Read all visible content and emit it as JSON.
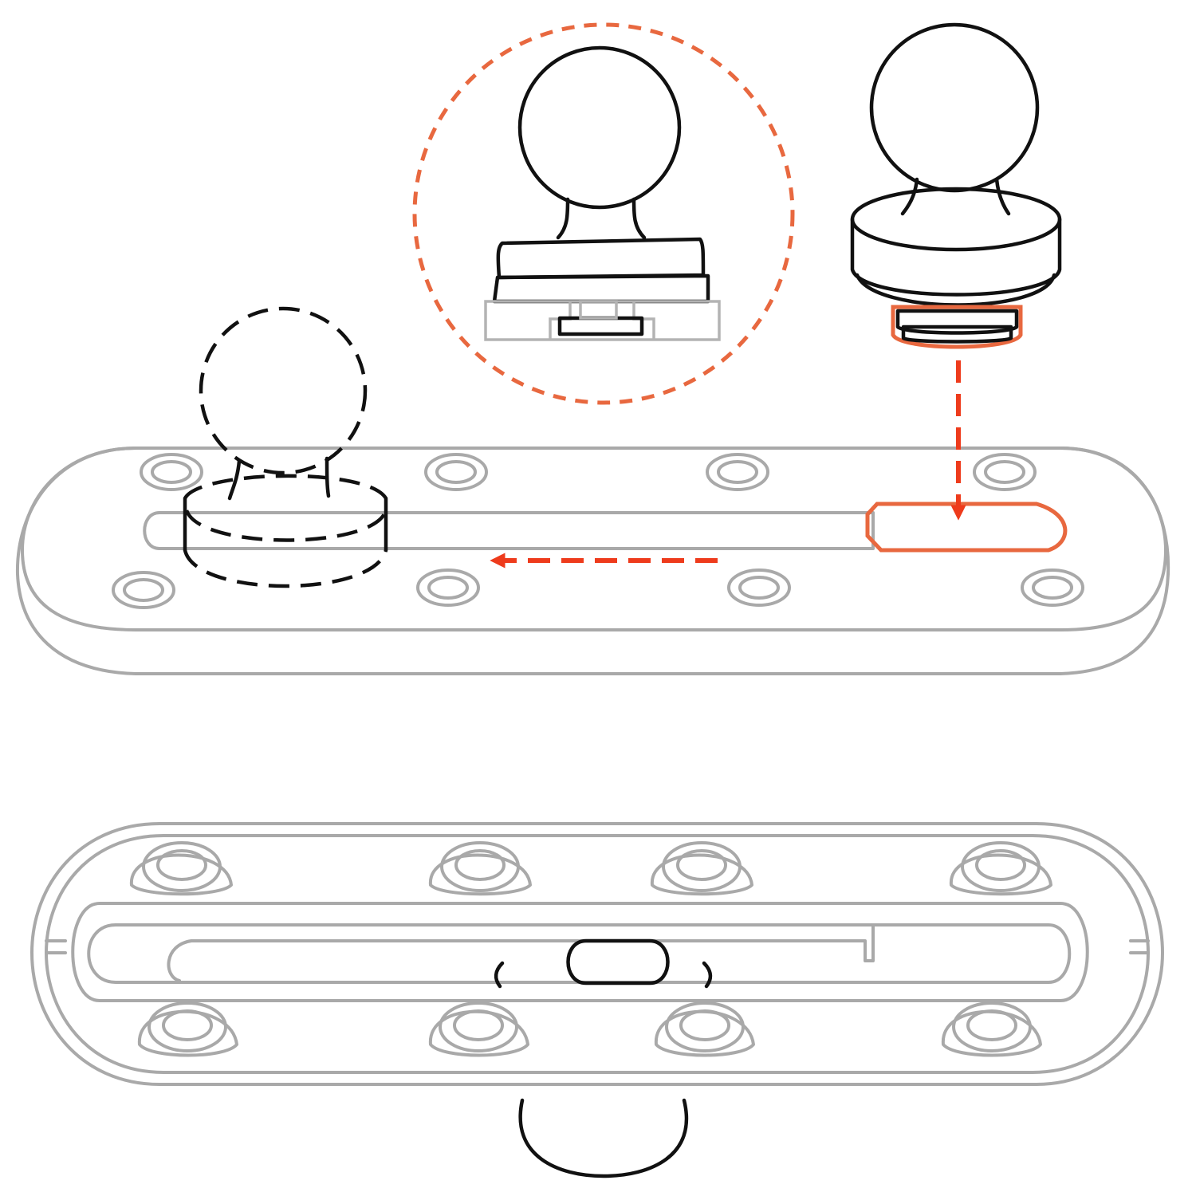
{
  "colors": {
    "accent": "#e8683f",
    "arrow": "#ee3b1c",
    "outline": "#111111",
    "track": "#a9a9a9"
  },
  "figures": [
    {
      "name": "ball-mount-detail-callout",
      "style": "dashed circle"
    },
    {
      "name": "ball-mount-with-t-nut",
      "style": "solid"
    },
    {
      "name": "track-top-view-with-slot",
      "style": "grey outline"
    },
    {
      "name": "installed-ball-ghost",
      "style": "dashed"
    },
    {
      "name": "track-bottom-view",
      "style": "grey outline"
    }
  ],
  "arrows": [
    {
      "name": "insert-down-arrow",
      "direction": "down"
    },
    {
      "name": "slide-left-arrow",
      "direction": "left"
    }
  ]
}
